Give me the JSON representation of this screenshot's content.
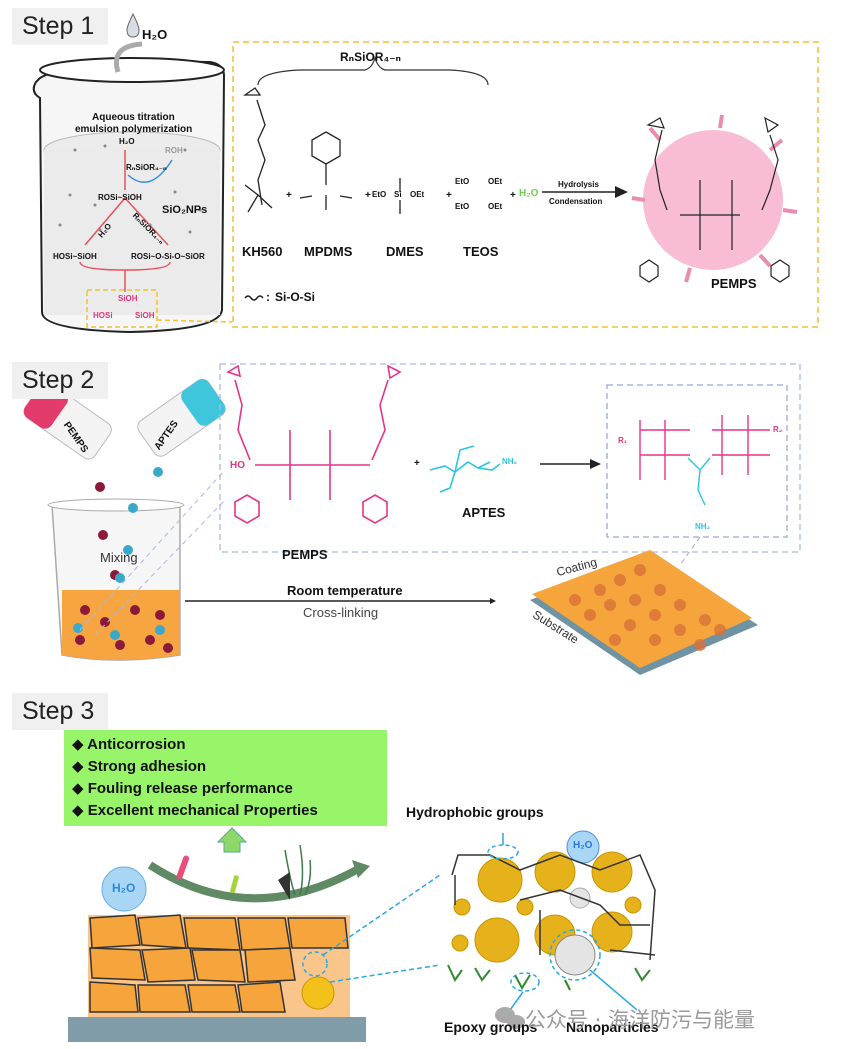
{
  "step1": {
    "title": "Step 1",
    "water_drop": "H₂O",
    "beaker_title_line1": "Aqueous titration",
    "beaker_title_line2": "emulsion polymerization",
    "water_in": "H₂O",
    "roh": "ROH",
    "precursor": "RₙSiOR₄₋ₙ",
    "intermediate": "ROSi~SiOH",
    "nanoparticles": "SiO₂NPs",
    "branch_left_reagent": "H₂O",
    "branch_right_reagent": "RₙSiOR₄₋ₙ",
    "product_left": "HOSi~SiOH",
    "product_right": "ROSi~O-Si-O~SiOR",
    "final_top": "SiOH",
    "final_left": "HOSi",
    "final_right": "SiOH",
    "brace_formula": "RₙSiOR₄₋ₙ",
    "reagents": [
      "KH560",
      "MPDMS",
      "DMES",
      "TEOS"
    ],
    "teos_groups": [
      "EtO",
      "OEt",
      "EtO",
      "OEt"
    ],
    "dmes_groups": [
      "EtO",
      "Si",
      "OEt"
    ],
    "plus": "+",
    "water_reagent": "H₂O",
    "arrow_top": "Hydrolysis",
    "arrow_bottom": "Condensation",
    "product": "PEMPS",
    "legend": "Si-O-Si",
    "legend_sep": ":",
    "colors": {
      "dashed_frame": "#f2c230",
      "particle": "#f4a6c4",
      "reaction_arrow": "#e8505b",
      "roh_arrow": "#3a8fe0"
    }
  },
  "step2": {
    "title": "Step 2",
    "vial_left": "PEMPS",
    "vial_right": "APTES",
    "beaker_label": "Mixing",
    "pemps_label": "PEMPS",
    "aptes_label": "APTES",
    "aptes_amine": "NH₂",
    "network_r1": "R₁",
    "network_r2": "R₂",
    "network_amine": "NH₂",
    "arrow_top": "Room temperature",
    "arrow_bottom": "Cross-linking",
    "coating_label": "Coating",
    "substrate_label": "Substrate",
    "colors": {
      "pemps": "#e8338a",
      "aptes": "#2cc4de",
      "liquid": "#f7a541",
      "frame": "#aab8e8"
    }
  },
  "step3": {
    "title": "Step 3",
    "benefits": [
      "Anticorrosion",
      "Strong adhesion",
      "Fouling release performance",
      "Excellent mechanical Properties"
    ],
    "bullet": "◆",
    "water_left": "H₂O",
    "water_right": "H₂O",
    "hydrophobic_label": "Hydrophobic groups",
    "epoxy_label": "Epoxy groups",
    "nanoparticles_label": "Nanoparticles",
    "colors": {
      "benefit_box": "#98f56a",
      "coating": "#f5a53b",
      "substrate": "#7f9ca8",
      "callout": "#29a9e0"
    }
  },
  "watermark": "公众号 · 海洋防污与能量"
}
